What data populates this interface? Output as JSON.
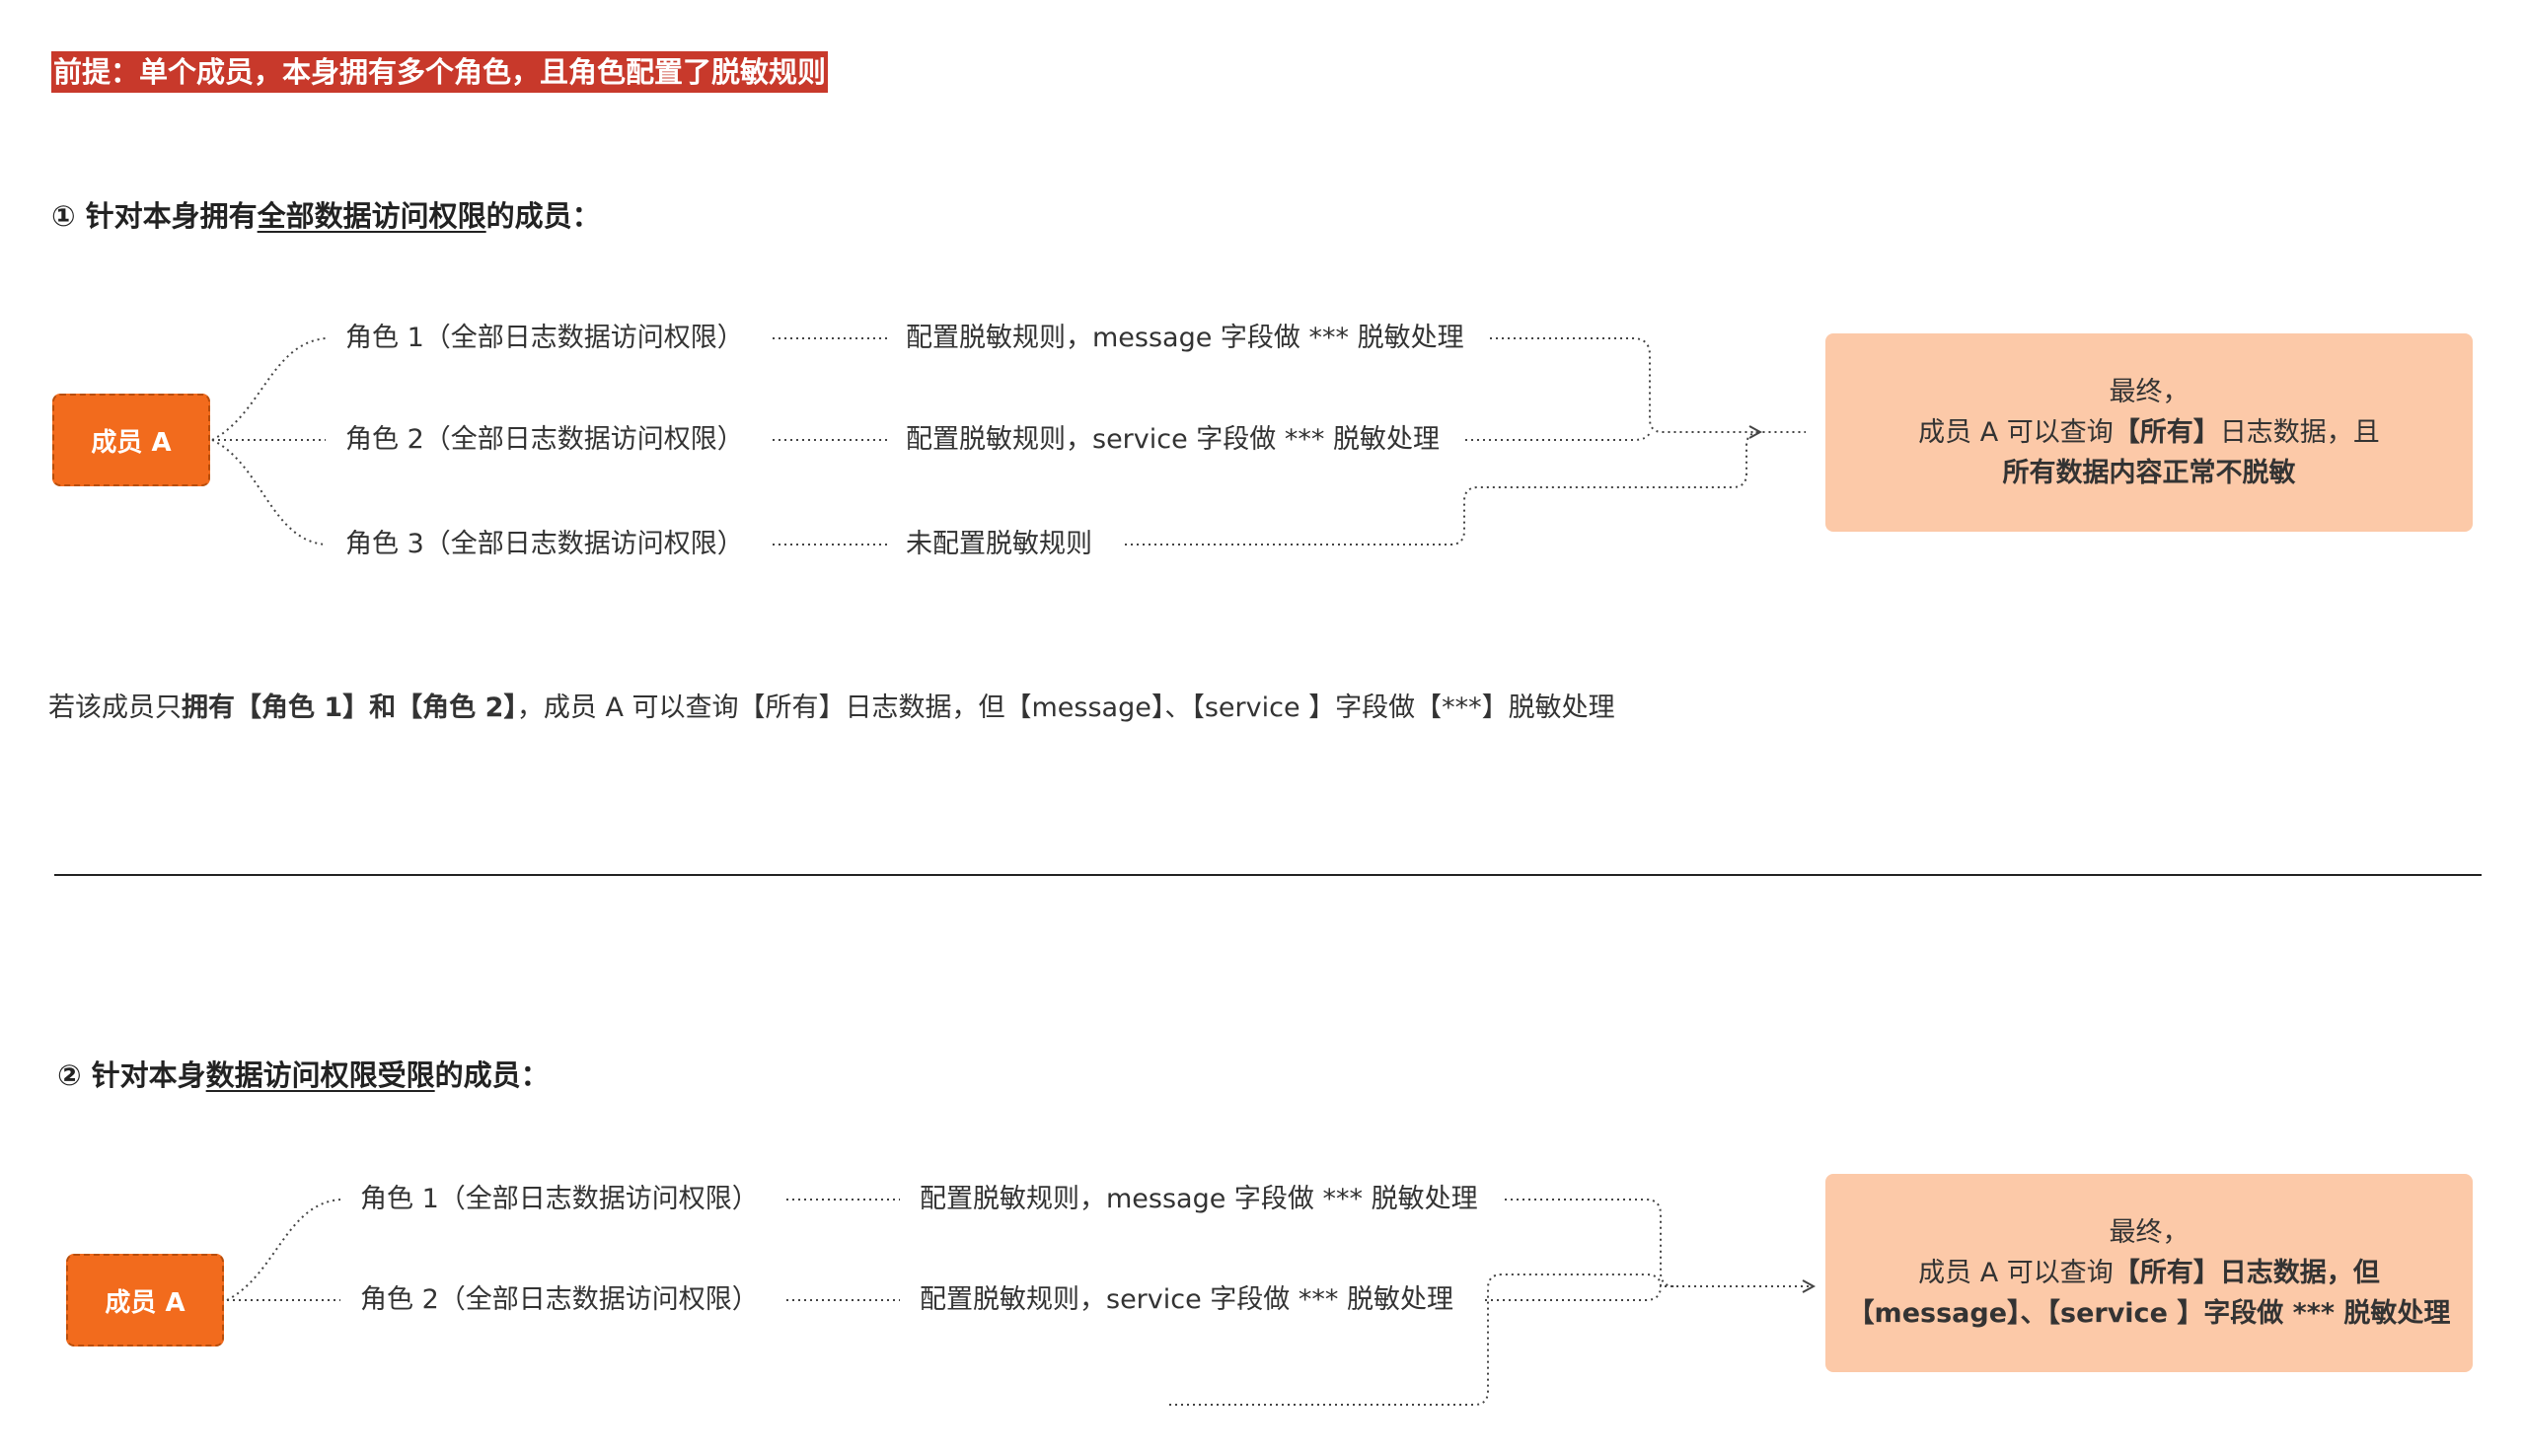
{
  "premise": "前提：单个成员，本身拥有多个角色，且角色配置了脱敏规则",
  "section1": {
    "heading_pre": "① 针对本身拥有",
    "heading_u": "全部数据访问权限",
    "heading_post": "的成员：",
    "member": "成员 A",
    "roles": [
      {
        "role": "角色 1（全部日志数据访问权限）",
        "rule": "配置脱敏规则，message 字段做 *** 脱敏处理"
      },
      {
        "role": "角色 2（全部日志数据访问权限）",
        "rule": "配置脱敏规则，service 字段做 *** 脱敏处理"
      },
      {
        "role": "角色 3（全部日志数据访问权限）",
        "rule": "未配置脱敏规则"
      }
    ],
    "result": {
      "line1": "最终，",
      "line2_pre": "成员 A 可以查询",
      "line2_bold": "【所有】",
      "line2_post": "日志数据，且",
      "line3": "所有数据内容正常不脱敏"
    },
    "note": {
      "p1": "若该成员只",
      "b1": "拥有【角色 1】和【角色 2】",
      "p2": "，成员 A 可以查询【所有】日志数据，但【message】、【service 】字段做【***】脱敏处理"
    }
  },
  "section2": {
    "heading_pre": "② 针对本身",
    "heading_u": "数据访问权限受限",
    "heading_post": "的成员：",
    "member": "成员 A",
    "roles": [
      {
        "role": "角色 1（全部日志数据访问权限）",
        "rule": "配置脱敏规则，message 字段做 *** 脱敏处理"
      },
      {
        "role": "角色 2（全部日志数据访问权限）",
        "rule": "配置脱敏规则，service 字段做 *** 脱敏处理"
      }
    ],
    "result": {
      "line1": "最终，",
      "line2_pre": "成员 A 可以查询",
      "line2_bold": "【所有】日志数据，但",
      "line3": "【message】、【service 】字段做 *** 脱敏处理"
    }
  },
  "colors": {
    "premise_bg": "#c8392b",
    "member_bg": "#f26b1d",
    "result_bg": "#fcc9a8"
  }
}
